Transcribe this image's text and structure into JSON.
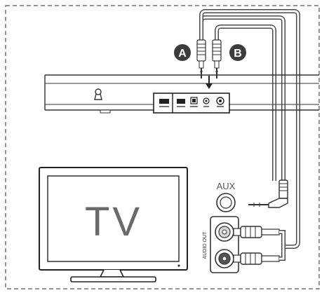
{
  "labels": {
    "plug_a": "A",
    "plug_b": "B",
    "aux": "AUX",
    "tv": "TV",
    "audio_out": "AUDIO OUT"
  },
  "colors": {
    "outline": "#3a3a3a",
    "dashed_frame": "#555555",
    "badge_fill": "#3c3c3c",
    "badge_text": "#ffffff",
    "cable": "#5a5a5a",
    "tv_text": "#6a6a6a",
    "rca_fill": "#d9d9d9"
  },
  "icons": {
    "mount_hole": "keyhole-icon",
    "hdmi_port": "hdmi-port-icon",
    "usb_port": "usb-port-icon",
    "optical_port": "optical-port-icon",
    "aux_port": "aux-jack-icon",
    "dc_port": "dc-power-port-icon",
    "arrow": "arrow-down-icon"
  }
}
